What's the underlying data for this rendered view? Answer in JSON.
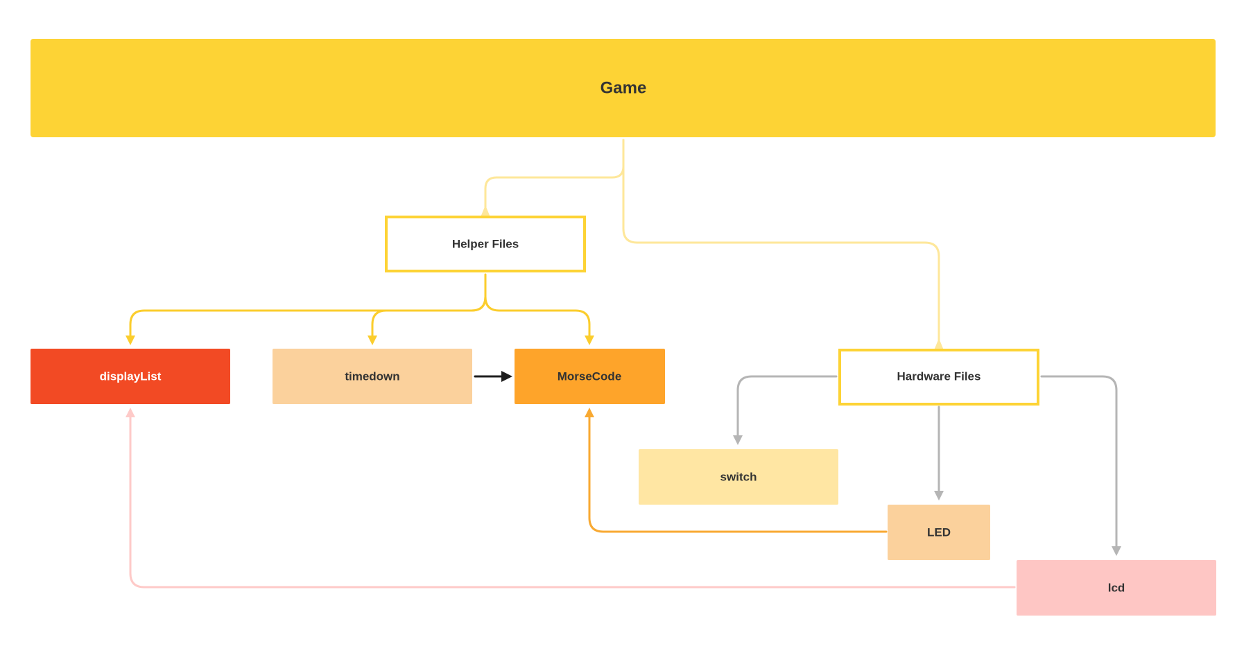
{
  "colors": {
    "background": "#ffffff",
    "game_fill": "#FDD335",
    "helper_border": "#FDD335",
    "displaylist_fill": "#F24A24",
    "timedown_fill": "#FBD19C",
    "morsecode_fill": "#FEA42A",
    "switch_fill": "#FFE6A3",
    "led_fill": "#FBD19C",
    "lcd_fill": "#FEC6C4",
    "text_dark": "#333333",
    "text_light": "#ffffff",
    "edge_light_yellow": "#FEE79A",
    "edge_yellow": "#FBCD2D",
    "edge_gray": "#B5B5B5",
    "edge_orange": "#F8A932",
    "edge_pink": "#FECAC8",
    "edge_black": "#1E1E1E"
  },
  "nodes": {
    "game": {
      "label": "Game"
    },
    "helper_files": {
      "label": "Helper Files"
    },
    "hardware_files": {
      "label": "Hardware Files"
    },
    "displaylist": {
      "label": "displayList"
    },
    "timedown": {
      "label": "timedown"
    },
    "morsecode": {
      "label": "MorseCode"
    },
    "switch": {
      "label": "switch"
    },
    "led": {
      "label": "LED"
    },
    "lcd": {
      "label": "lcd"
    }
  },
  "edges": [
    {
      "from": "Game",
      "to": "Helper Files",
      "color": "#FEE79A"
    },
    {
      "from": "Game",
      "to": "Hardware Files",
      "color": "#FEE79A"
    },
    {
      "from": "Helper Files",
      "to": "displayList",
      "color": "#FBCD2D"
    },
    {
      "from": "Helper Files",
      "to": "timedown",
      "color": "#FBCD2D"
    },
    {
      "from": "Helper Files",
      "to": "MorseCode",
      "color": "#FBCD2D"
    },
    {
      "from": "timedown",
      "to": "MorseCode",
      "color": "#1E1E1E"
    },
    {
      "from": "Hardware Files",
      "to": "switch",
      "color": "#B5B5B5"
    },
    {
      "from": "Hardware Files",
      "to": "LED",
      "color": "#B5B5B5"
    },
    {
      "from": "Hardware Files",
      "to": "lcd",
      "color": "#B5B5B5"
    },
    {
      "from": "LED",
      "to": "MorseCode",
      "color": "#F8A932"
    },
    {
      "from": "lcd",
      "to": "displayList",
      "color": "#FECAC8"
    }
  ]
}
